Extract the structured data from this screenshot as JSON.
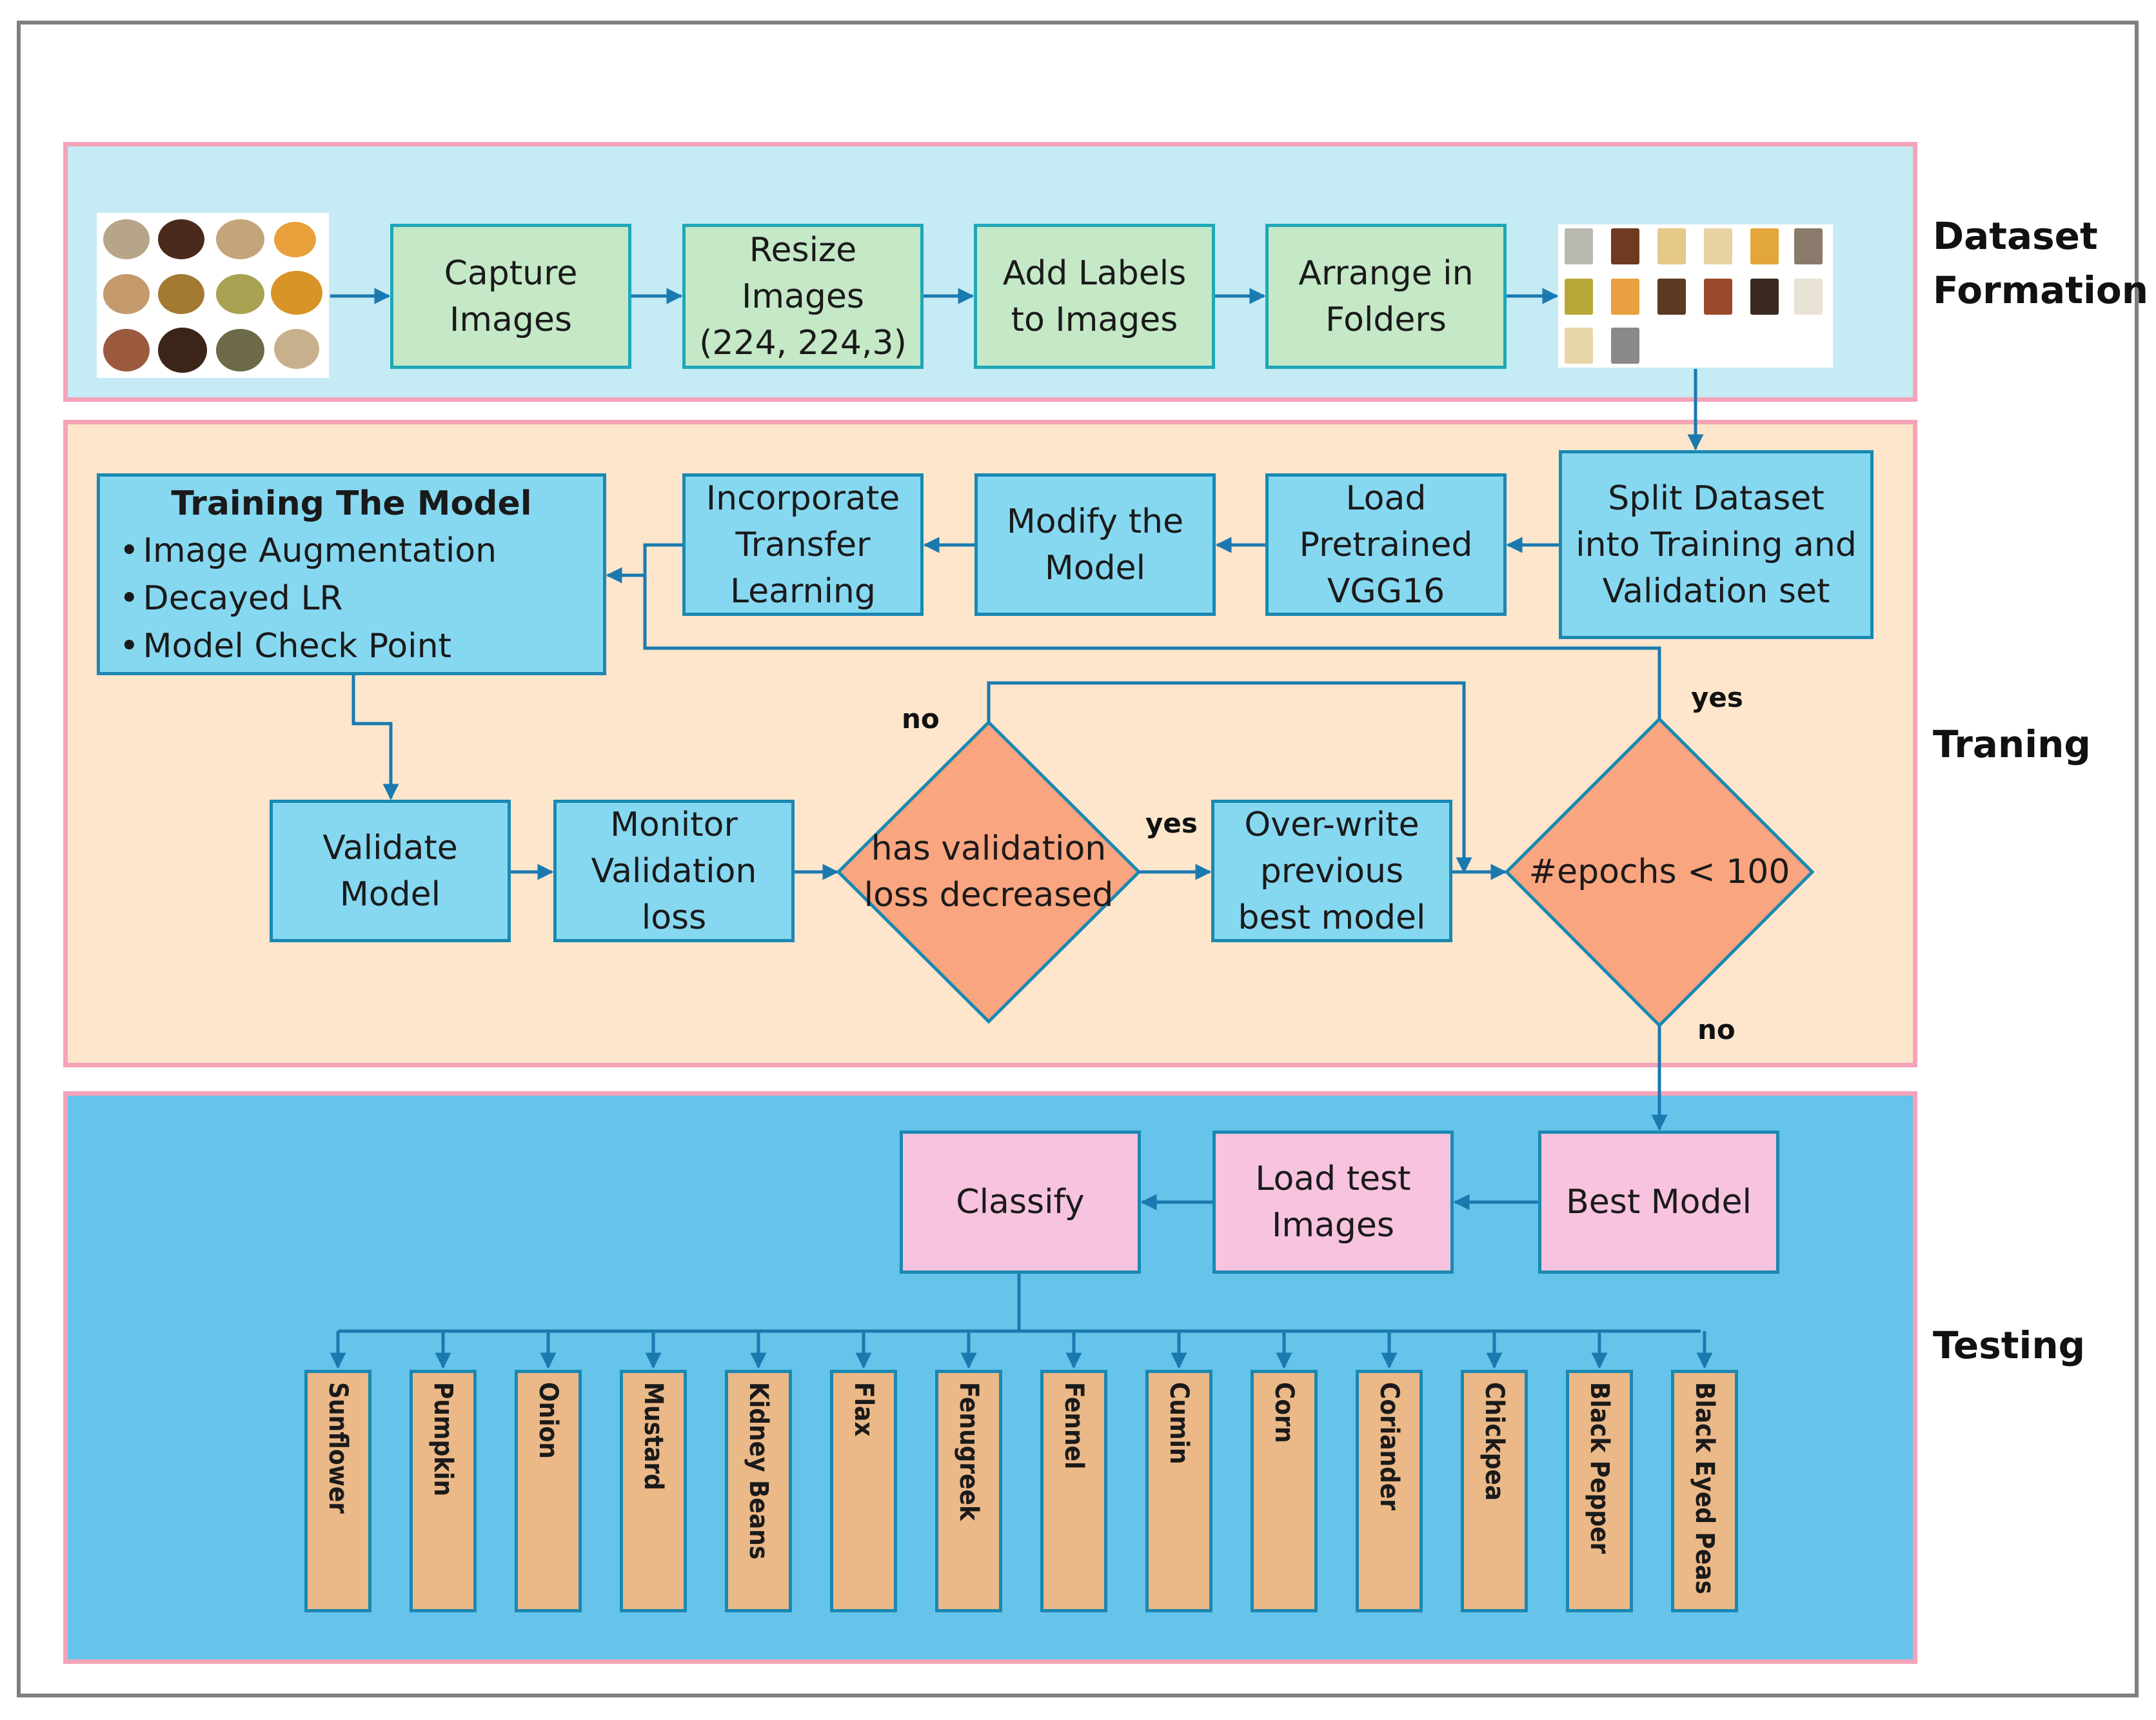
{
  "sections": {
    "dataset": "Dataset Formation",
    "training": "Traning",
    "testing": "Testing"
  },
  "dataset": {
    "capture": "Capture Images",
    "resize": "Resize Images (224, 224,3)",
    "labels": "Add Labels to Images",
    "folders": "Arrange in Folders"
  },
  "training": {
    "split": "Split Dataset into Training and Validation set",
    "load": "Load Pretrained VGG16",
    "modify": "Modify the Model",
    "transfer": "Incorporate Transfer Learning",
    "train_title": "Training The Model",
    "train_items": [
      "Image Augmentation",
      "Decayed LR",
      "Model Check Point"
    ],
    "validate": "Validate Model",
    "monitor": "Monitor Validation loss",
    "decision_loss": "has validation loss decreased",
    "overwrite": "Over-write previous best model",
    "decision_epochs": "#epochs < 100",
    "yes1": "yes",
    "no1": "no",
    "yes2": "yes",
    "no2": "no"
  },
  "testing": {
    "best": "Best Model",
    "load_test": "Load test Images",
    "classify": "Classify",
    "classes": [
      "Sunflower",
      "Pumpkin",
      "Onion",
      "Mustard",
      "Kidney Beans",
      "Flax",
      "Fenugreek",
      "Fennel",
      "Cumin",
      "Corn",
      "Coriander",
      "Chickpea",
      "Black Pepper",
      "Black Eyed Peas"
    ]
  },
  "colors": {
    "arrow": "#1a7ab0",
    "decision": "#f9a57f"
  }
}
